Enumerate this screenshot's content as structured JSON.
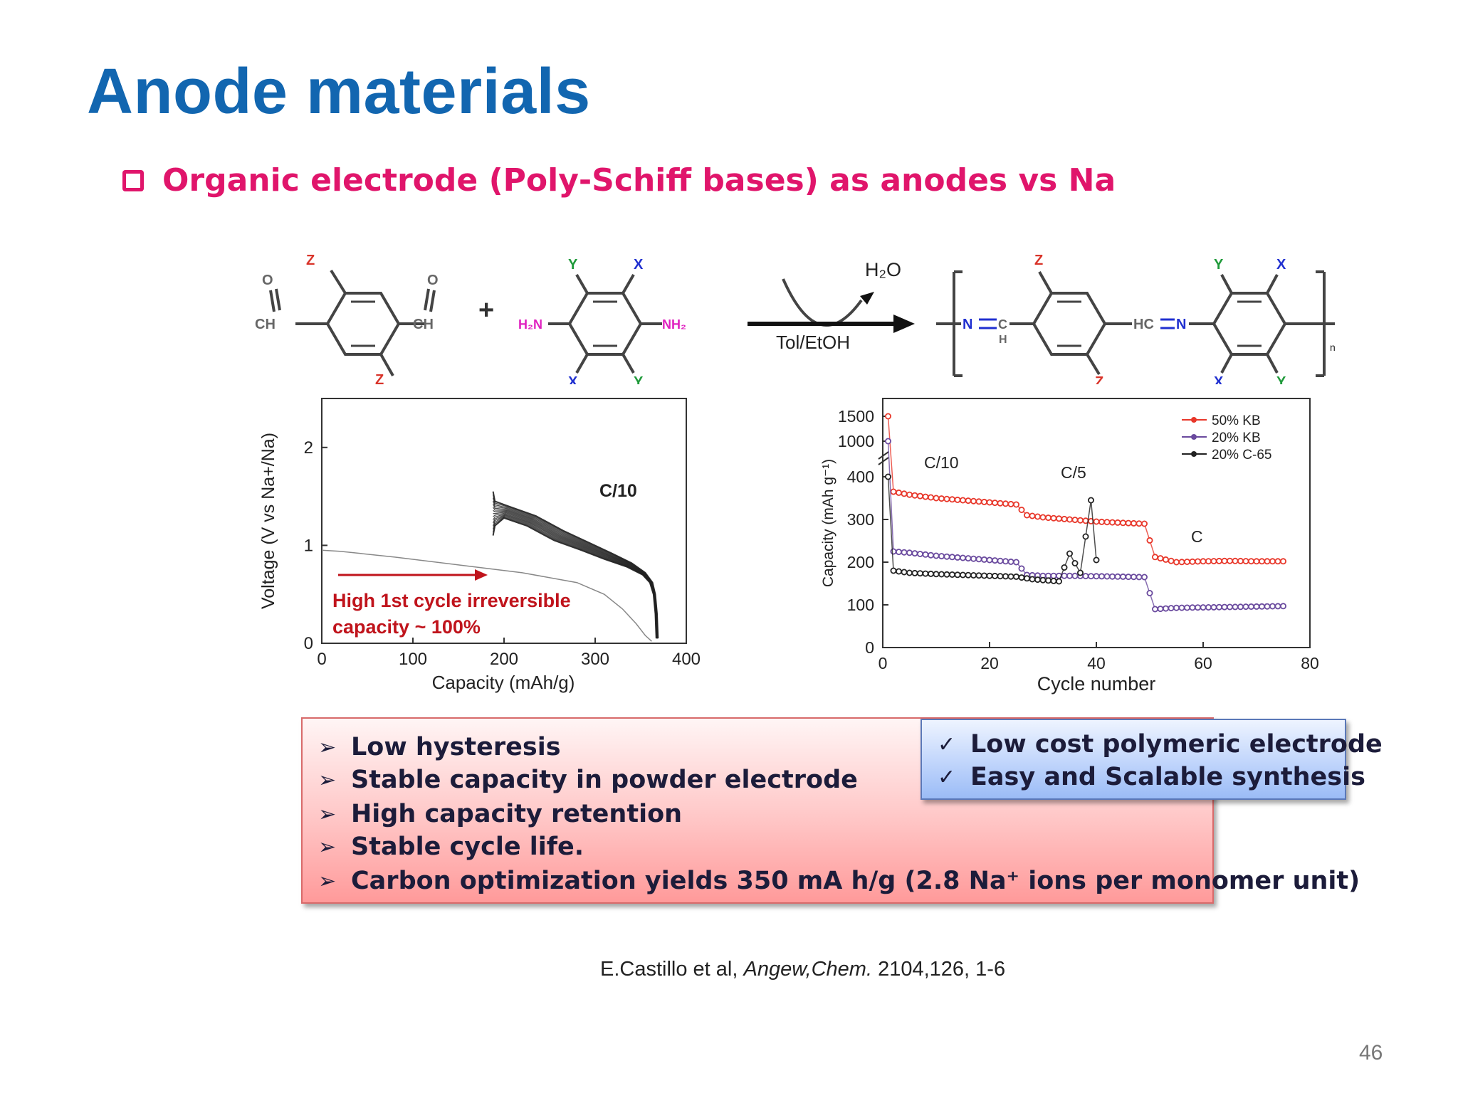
{
  "slide": {
    "title": "Anode materials",
    "subtitle": "Organic electrode (Poly-Schiff bases) as anodes vs Na",
    "page_number": "46"
  },
  "reaction": {
    "z": "Z",
    "x": "X",
    "y": "Y",
    "ch": "CH",
    "o": "O",
    "h": "H",
    "n": "N",
    "hc": "HC",
    "h2n": "H₂N",
    "nh2": "NH₂",
    "plus": "+",
    "water": "H₂O",
    "solvent": "Tol/EtOH",
    "repeat": "n"
  },
  "chart_data": [
    {
      "type": "line",
      "ylabel": "Voltage (V vs Na+/Na)",
      "xlabel": "Capacity (mAh/g)",
      "xlim": [
        0,
        400
      ],
      "ylim": [
        0,
        2.5
      ],
      "xticks": [
        "0",
        "100",
        "200",
        "300",
        "400"
      ],
      "yticks": [
        "0",
        "1",
        "2"
      ],
      "annotations": [
        "C/10",
        "High 1st cycle irreversible",
        "capacity ~ 100%"
      ],
      "series": [
        {
          "x": [
            0,
            20,
            80,
            150,
            220,
            280,
            310,
            330,
            345,
            355,
            362
          ],
          "y": [
            0.95,
            0.94,
            0.88,
            0.8,
            0.72,
            0.62,
            0.5,
            0.35,
            0.2,
            0.08,
            0.02
          ]
        },
        {
          "x": [
            188,
            190,
            200,
            225,
            255,
            285,
            310,
            335,
            352,
            360,
            364,
            366,
            367
          ],
          "y": [
            1.1,
            1.2,
            1.28,
            1.2,
            1.05,
            0.95,
            0.86,
            0.78,
            0.7,
            0.62,
            0.5,
            0.3,
            0.05
          ]
        },
        {
          "x": [
            188,
            190,
            205,
            235,
            265,
            295,
            318,
            340,
            355,
            363,
            366,
            368,
            369
          ],
          "y": [
            1.55,
            1.45,
            1.4,
            1.3,
            1.15,
            1.02,
            0.92,
            0.82,
            0.72,
            0.62,
            0.5,
            0.3,
            0.05
          ]
        }
      ]
    },
    {
      "type": "scatter",
      "ylabel": "Capacity (mAh g⁻¹)",
      "xlabel": "Cycle number",
      "xlim": [
        0,
        80
      ],
      "xticks": [
        "0",
        "20",
        "40",
        "60",
        "80"
      ],
      "yticks": [
        "0",
        "100",
        "200",
        "300",
        "400",
        "1000",
        "1500"
      ],
      "annotations": [
        "C/10",
        "C/5",
        "C"
      ],
      "legend_position": "top-right",
      "series": [
        {
          "name": "50% KB",
          "color": "#e8372a",
          "points": [
            [
              1,
              1500
            ],
            [
              2,
              365
            ],
            [
              5,
              358
            ],
            [
              10,
              350
            ],
            [
              15,
              345
            ],
            [
              20,
              340
            ],
            [
              25,
              335
            ],
            [
              27,
              310
            ],
            [
              30,
              305
            ],
            [
              35,
              300
            ],
            [
              40,
              295
            ],
            [
              45,
              292
            ],
            [
              49,
              290
            ],
            [
              51,
              212
            ],
            [
              55,
              200
            ],
            [
              60,
              202
            ],
            [
              65,
              203
            ],
            [
              70,
              202
            ],
            [
              75,
              202
            ]
          ]
        },
        {
          "name": "20% KB",
          "color": "#6a4a9e",
          "points": [
            [
              1,
              1000
            ],
            [
              2,
              225
            ],
            [
              5,
              222
            ],
            [
              10,
              215
            ],
            [
              15,
              210
            ],
            [
              20,
              205
            ],
            [
              25,
              200
            ],
            [
              27,
              170
            ],
            [
              30,
              168
            ],
            [
              35,
              168
            ],
            [
              40,
              167
            ],
            [
              45,
              166
            ],
            [
              49,
              165
            ],
            [
              51,
              90
            ],
            [
              55,
              93
            ],
            [
              60,
              94
            ],
            [
              65,
              95
            ],
            [
              70,
              96
            ],
            [
              75,
              97
            ]
          ]
        },
        {
          "name": "20% C-65",
          "color": "#222222",
          "points": [
            [
              1,
              400
            ],
            [
              2,
              180
            ],
            [
              5,
              175
            ],
            [
              10,
              172
            ],
            [
              15,
              170
            ],
            [
              20,
              168
            ],
            [
              25,
              166
            ],
            [
              28,
              160
            ],
            [
              30,
              158
            ],
            [
              33,
              155
            ],
            [
              35,
              220
            ],
            [
              37,
              175
            ],
            [
              39,
              345
            ],
            [
              40,
              205
            ]
          ]
        }
      ]
    }
  ],
  "bullets_red": [
    "Low hysteresis",
    "Stable capacity in powder electrode",
    "High capacity retention",
    "Stable cycle life.",
    "Carbon optimization yields 350 mA h/g (2.8 Na⁺ ions per monomer unit)"
  ],
  "bullets_blue": [
    "Low cost polymeric electrode",
    "Easy and Scalable synthesis"
  ],
  "markers": {
    "arrow": "➢",
    "check": "✓"
  },
  "reference": {
    "authors": "E.Castillo et al, ",
    "journal": "Angew,Chem.",
    "details": " 2104,126, 1-6"
  },
  "colors": {
    "title": "#1266b0",
    "subtitle": "#e0156b",
    "z": "#d9342a",
    "x": "#2030d0",
    "y": "#1f9a3a",
    "amine": "#e020c0",
    "annotation_red": "#c0141c"
  }
}
